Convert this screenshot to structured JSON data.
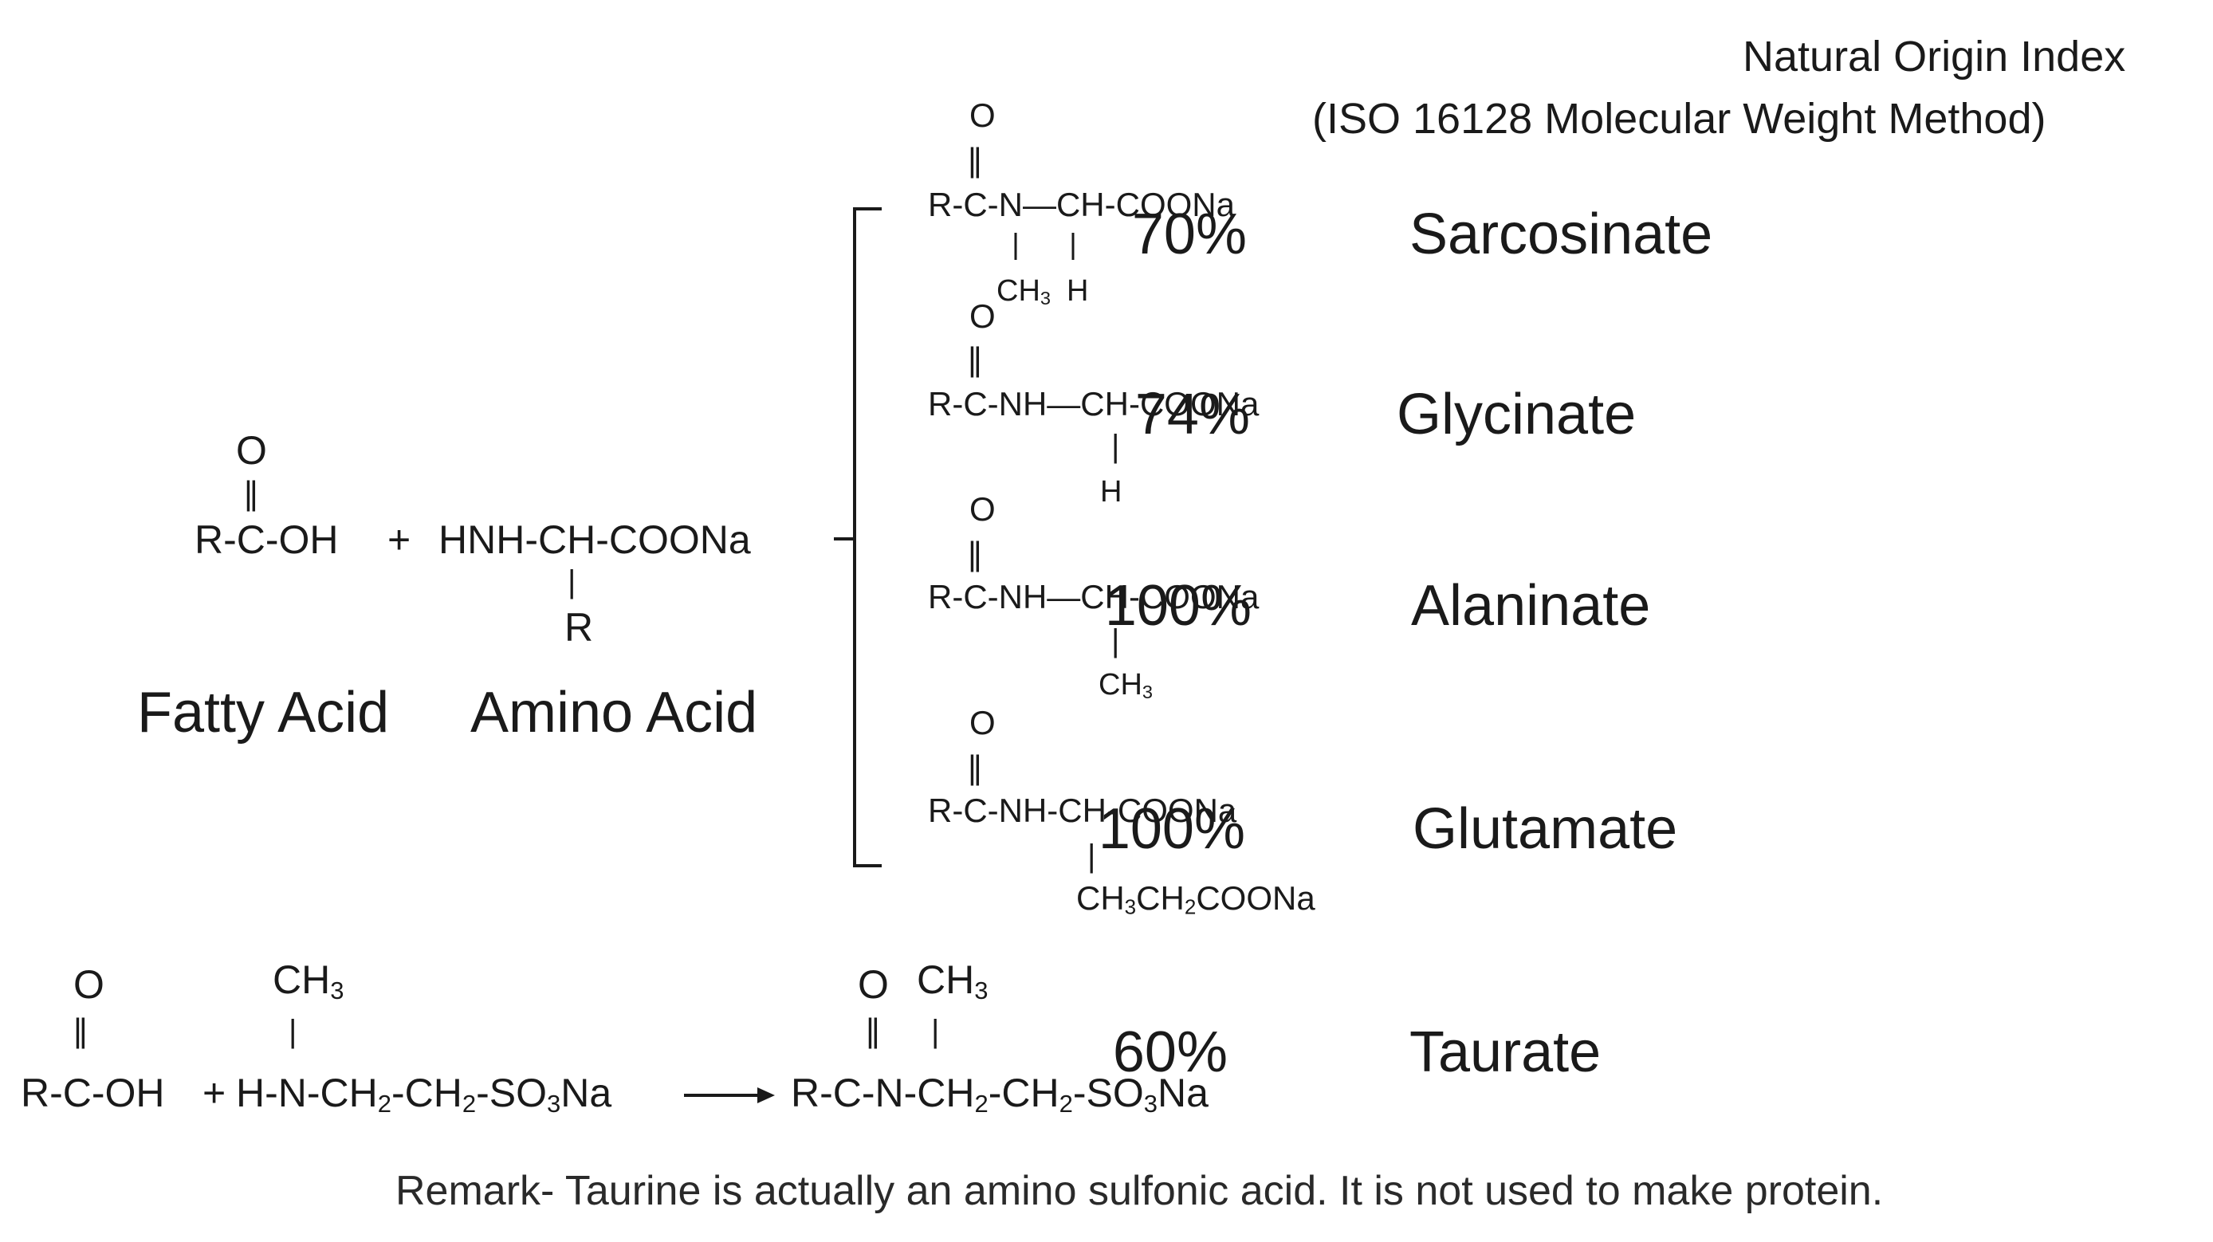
{
  "header": {
    "line1": "Natural Origin Index",
    "line2": "(ISO 16128 Molecular Weight Method)"
  },
  "reactants": {
    "fatty_acid_o": "O",
    "fatty_acid_dbl": "||",
    "fatty_acid_formula": "R-C-OH",
    "plus": "+",
    "amino_acid_formula": "HNH-CH-COONa",
    "amino_acid_bar": "|",
    "amino_acid_r": "R",
    "fatty_acid_label": "Fatty Acid",
    "amino_acid_label": "Amino Acid"
  },
  "products": [
    {
      "name": "Sarcosinate",
      "value": "70%",
      "o": "O",
      "dbl": "||",
      "main": "R-C-N—CH-COONa",
      "bar": "|",
      "bar2": "|",
      "sub_a": "CH",
      "sub_a_n": "3",
      "sub_b": "H"
    },
    {
      "name": "Glycinate",
      "value": "74%",
      "o": "O",
      "dbl": "||",
      "main": "R-C-NH—CH-COONa",
      "bar": "|",
      "sub_b": "H"
    },
    {
      "name": "Alaninate",
      "value": "100%",
      "o": "O",
      "dbl": "||",
      "main": "R-C-NH—CH-COONa",
      "bar": "|",
      "sub_a": "CH",
      "sub_a_n": "3"
    },
    {
      "name": "Glutamate",
      "value": "100%",
      "o": "O",
      "dbl": "||",
      "main": "R-C-NH-CH-COONa",
      "bar": "|",
      "side_1": "CH",
      "side_1n": "3",
      "side_2": "CH",
      "side_2n": "2",
      "side_3": "COONa"
    }
  ],
  "taurate": {
    "name": "Taurate",
    "value": "60%",
    "lhs_o": "O",
    "lhs_dbl": "||",
    "lhs_formula": "R-C-OH",
    "plus": "+",
    "ch3": "CH",
    "ch3_n": "3",
    "bar": "|",
    "reagent_a": "H-N-CH",
    "reagent_b": "-CH",
    "reagent_c": "-SO",
    "reagent_d": "Na",
    "sub_2": "2",
    "sub_3": "3",
    "rhs_o": "O",
    "rhs_dbl": "||",
    "rhs_ch3": "CH",
    "rhs_formula_a": "R-C-N-CH",
    "arrow_colors": "#1a1a1a"
  },
  "remark": "Remark- Taurine is actually an amino sulfonic acid. It is not used to make protein."
}
